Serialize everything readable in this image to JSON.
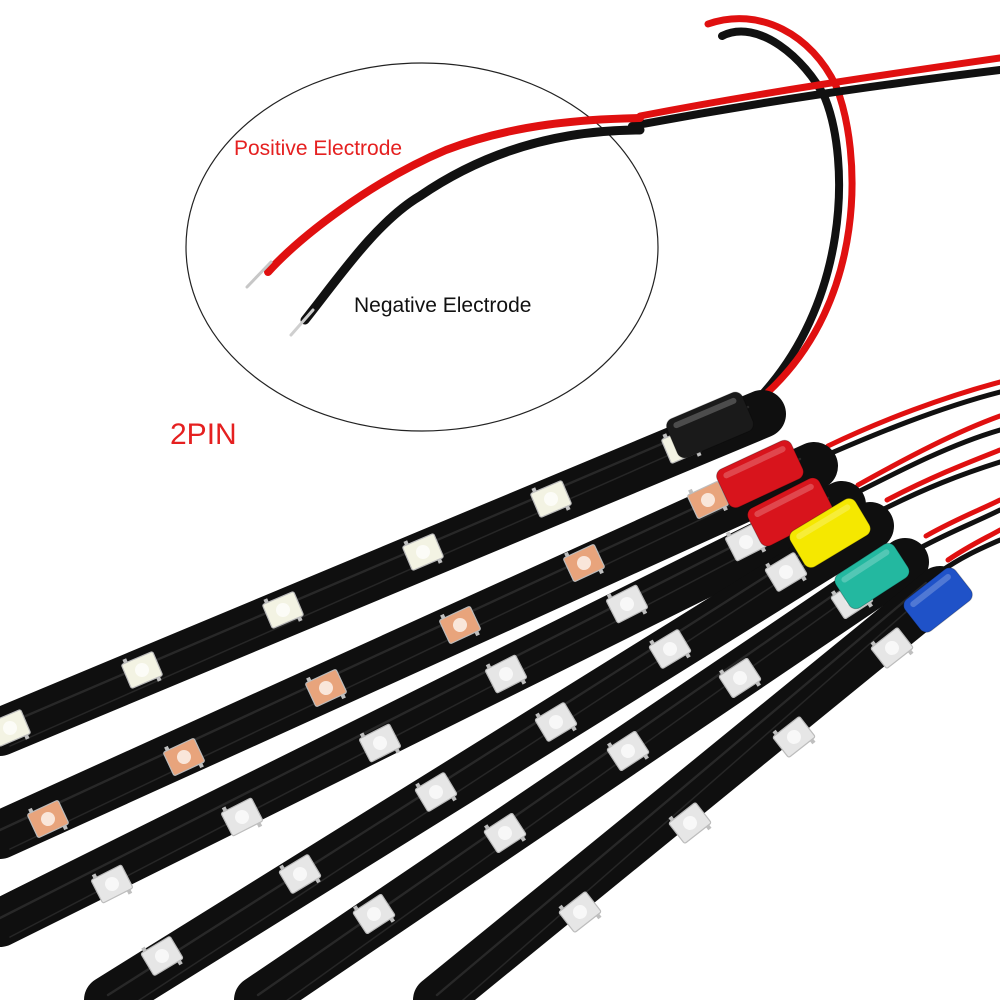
{
  "callout": {
    "positive_label": "Positive Electrode",
    "negative_label": "Negative Electrode",
    "connector_label": "2PIN"
  },
  "colors": {
    "positive": "#e01010",
    "negative": "#111111",
    "label_positive": "#e52020",
    "label_negative": "#111111",
    "label_connector": "#e52020",
    "strip": "#0f0f0f",
    "led_white": "#f3f3e3",
    "led_warm": "#e8a47c",
    "led_cool": "#e6e6e6",
    "sleeve_black": "#1a1a1a",
    "sleeve_red": "#d8141c",
    "sleeve_yellow": "#f5e800",
    "sleeve_teal": "#23b8a0",
    "sleeve_blue": "#1f52c8"
  },
  "strips": [
    {
      "name": "strip-1",
      "sleeve": "sleeve_black",
      "led": "led_white"
    },
    {
      "name": "strip-2",
      "sleeve": "sleeve_red",
      "led": "led_warm"
    },
    {
      "name": "strip-3",
      "sleeve": "sleeve_red",
      "led": "led_cool"
    },
    {
      "name": "strip-4",
      "sleeve": "sleeve_yellow",
      "led": "led_cool"
    },
    {
      "name": "strip-5",
      "sleeve": "sleeve_teal",
      "led": "led_cool"
    },
    {
      "name": "strip-6",
      "sleeve": "sleeve_blue",
      "led": "led_cool"
    }
  ]
}
